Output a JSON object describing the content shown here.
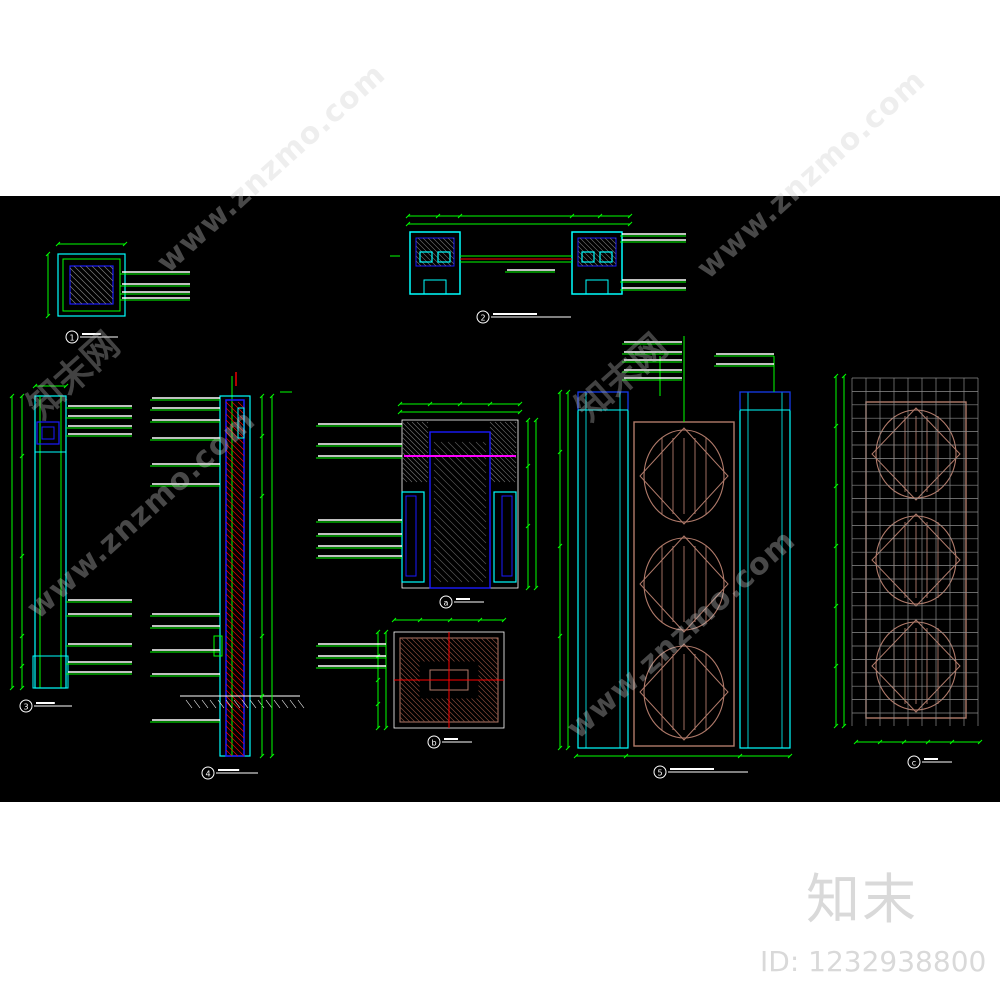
{
  "watermark": {
    "site": "www.znzmo.com",
    "cn": "知末网",
    "logo": "知末",
    "id_label": "ID:",
    "id_value": "1232938800"
  },
  "colors": {
    "background": "#000000",
    "cyan": "#00ffff",
    "green": "#00ff00",
    "blue": "#1a1aff",
    "brown": "#b07a6a",
    "red": "#ff0000",
    "magenta": "#ff00ff",
    "grid": "#8c8c8c"
  },
  "drawings": [
    {
      "key": "plan-top-left",
      "index": "1",
      "icon": "detail-callout-icon"
    },
    {
      "key": "frame-plan",
      "index": "2",
      "icon": "detail-callout-icon"
    },
    {
      "key": "left-elevation",
      "index": "3",
      "icon": "detail-callout-icon"
    },
    {
      "key": "section",
      "index": "4",
      "icon": "detail-callout-icon"
    },
    {
      "key": "column-section-a",
      "index": "a",
      "icon": "detail-callout-icon"
    },
    {
      "key": "column-section-b",
      "index": "b",
      "icon": "detail-callout-icon"
    },
    {
      "key": "gate-elevation",
      "index": "5",
      "icon": "detail-callout-icon"
    },
    {
      "key": "lattice-grid",
      "index": "c",
      "icon": "detail-callout-icon"
    }
  ]
}
